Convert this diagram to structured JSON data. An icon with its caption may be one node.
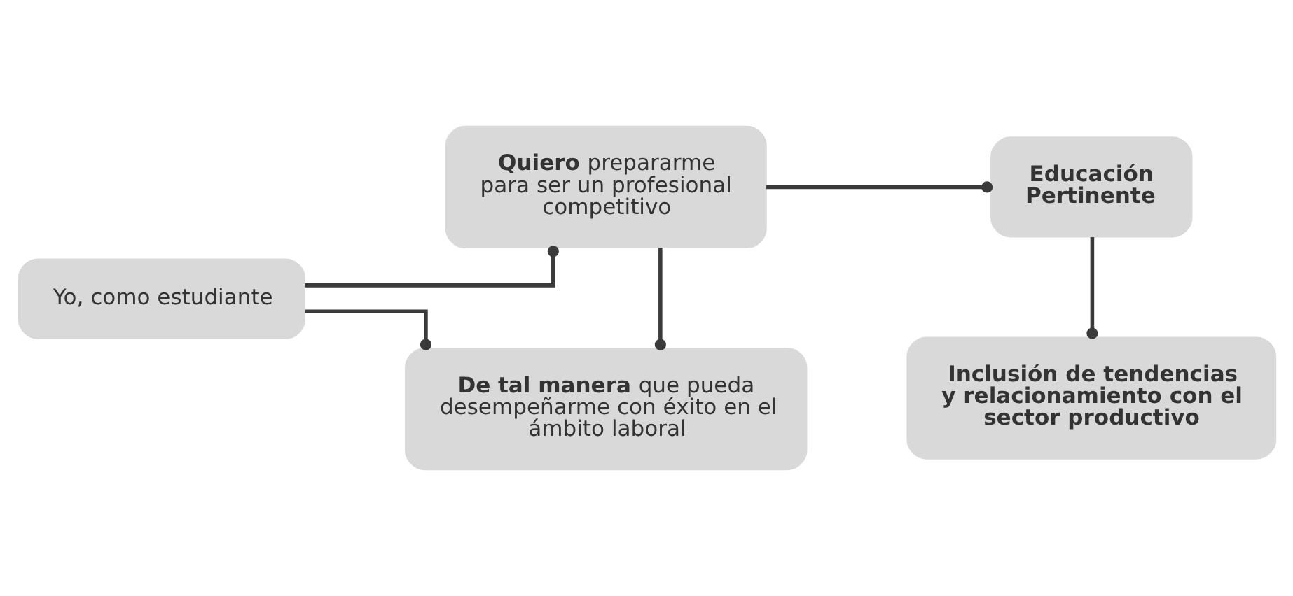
{
  "diagram": {
    "nodes": [
      {
        "text": [
          "Yo, como estudiante"
        ]
      },
      {
        "text": [
          "**Quiero** prepararme para ser un profesional competitivo"
        ]
      },
      {
        "text": [
          "Educación Pertinente"
        ]
      },
      {
        "text": [
          "**De tal manera** que pueda desempeñarme con éxito en el ámbito laboral"
        ]
      },
      {
        "text": [
          "Inclusión de tendencias y relacionamiento con el sector productivo"
        ]
      }
    ],
    "edges": [
      {
        "from": 0,
        "to": 1,
        "arrow": "other"
      },
      {
        "from": 1,
        "to": 2,
        "arrow": "other"
      },
      {
        "from": 1,
        "to": 3,
        "arrow": "other"
      },
      {
        "from": 0,
        "to": 3,
        "arrow": "other"
      },
      {
        "from": 2,
        "to": 4,
        "arrow": "other"
      }
    ]
  }
}
